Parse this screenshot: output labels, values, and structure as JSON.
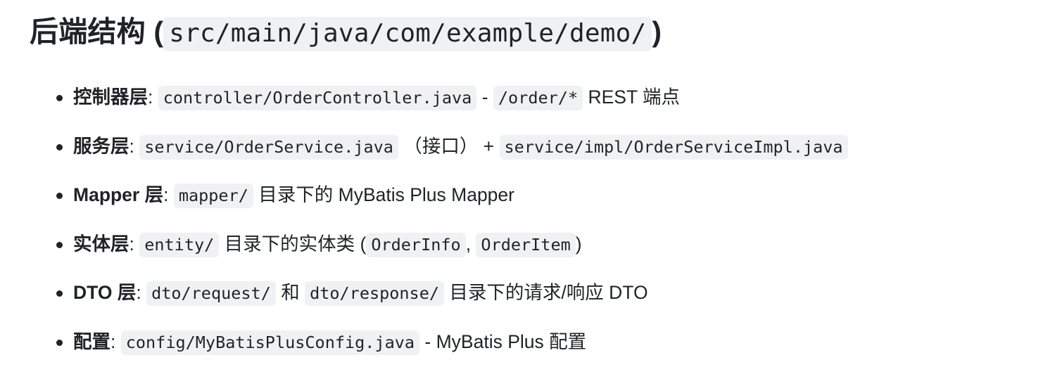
{
  "heading": {
    "title": "后端结构",
    "open_paren": " (",
    "path_code": "src/main/java/com/example/demo/",
    "close_paren": ")"
  },
  "list": {
    "items": [
      {
        "term": "控制器层",
        "colon": ": ",
        "code1": "controller/OrderController.java",
        "mid": " - ",
        "code2": "/order/*",
        "tail": " REST 端点"
      },
      {
        "term": "服务层",
        "colon": ": ",
        "code1": "service/OrderService.java",
        "mid": " （接口） + ",
        "code2": "service/impl/OrderServiceImpl.java",
        "tail": ""
      },
      {
        "term": "Mapper 层",
        "colon": ": ",
        "code1": "mapper/",
        "mid": " 目录下的 MyBatis Plus Mapper",
        "code2": "",
        "tail": ""
      },
      {
        "term": "实体层",
        "colon": ": ",
        "code1": "entity/",
        "mid": " 目录下的实体类 (",
        "code2": "OrderInfo",
        "mid2": ", ",
        "code3": "OrderItem",
        "tail": ")"
      },
      {
        "term": "DTO 层",
        "colon": ": ",
        "code1": "dto/request/",
        "mid": " 和 ",
        "code2": "dto/response/",
        "tail": " 目录下的请求/响应 DTO"
      },
      {
        "term": "配置",
        "colon": ": ",
        "code1": "config/MyBatisPlusConfig.java",
        "mid": " - MyBatis Plus 配置",
        "code2": "",
        "tail": ""
      }
    ]
  },
  "colors": {
    "text": "#1f2328",
    "code_bg": "#f0f1f2",
    "page_bg": "#ffffff"
  }
}
